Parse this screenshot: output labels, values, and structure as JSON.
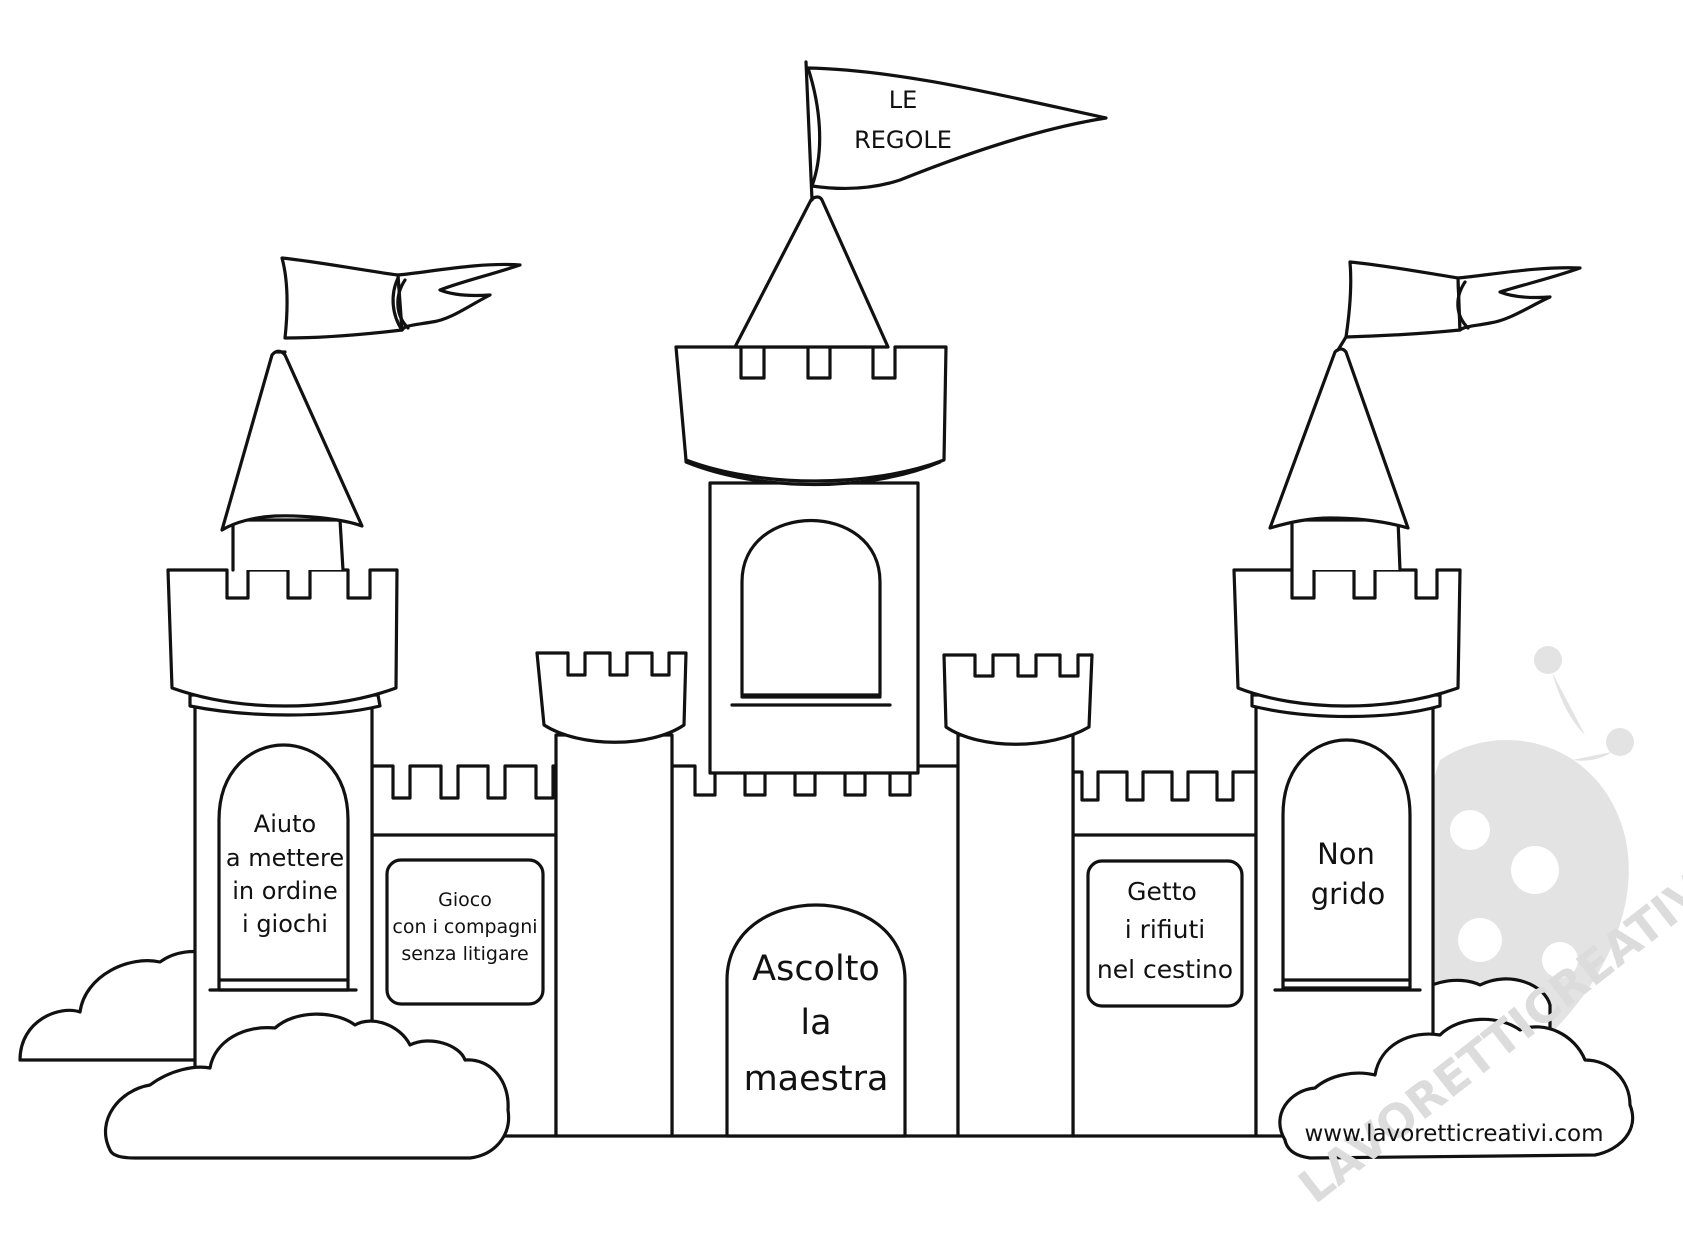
{
  "flag_text": {
    "line1": "LE",
    "line2": "REGOLE"
  },
  "rules": {
    "left_tower": {
      "line1": "Aiuto",
      "line2": "a mettere",
      "line3": "in ordine",
      "line4": "i giochi"
    },
    "left_wall": {
      "line1": "Gioco",
      "line2": "con i compagni",
      "line3": "senza litigare"
    },
    "door": {
      "line1": "Ascolto",
      "line2": "la",
      "line3": "maestra"
    },
    "right_wall": {
      "line1": "Getto",
      "line2": "i rifiuti",
      "line3": "nel cestino"
    },
    "right_tower": {
      "line1": "Non",
      "line2": "grido"
    }
  },
  "footer": {
    "website": "www.lavoretticreativi.com",
    "watermark": "LAVORETTICREATIVI.COM"
  },
  "colors": {
    "line": "#111111",
    "paper": "#ffffff",
    "watermark": "#e3e3e3"
  }
}
